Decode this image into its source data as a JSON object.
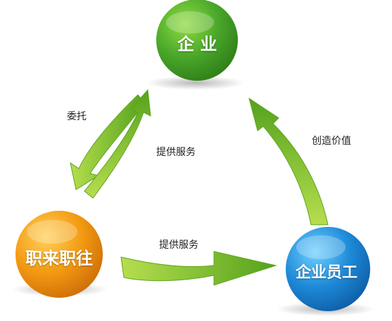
{
  "nodes": {
    "enterprise": {
      "label": "企 业",
      "color": "#4aa72a"
    },
    "job_platform": {
      "label": "职来职往",
      "color": "#f39a12"
    },
    "employee": {
      "label": "企业员工",
      "color": "#1e8ad8"
    }
  },
  "edges": {
    "entrust": {
      "label": "委托"
    },
    "service_to_platform": {
      "label": "提供服务"
    },
    "service_to_employee": {
      "label": "提供服务"
    },
    "create_value": {
      "label": "创造价值"
    }
  },
  "colors": {
    "arrow_light": "#b6de4e",
    "arrow_dark": "#55a21d"
  }
}
